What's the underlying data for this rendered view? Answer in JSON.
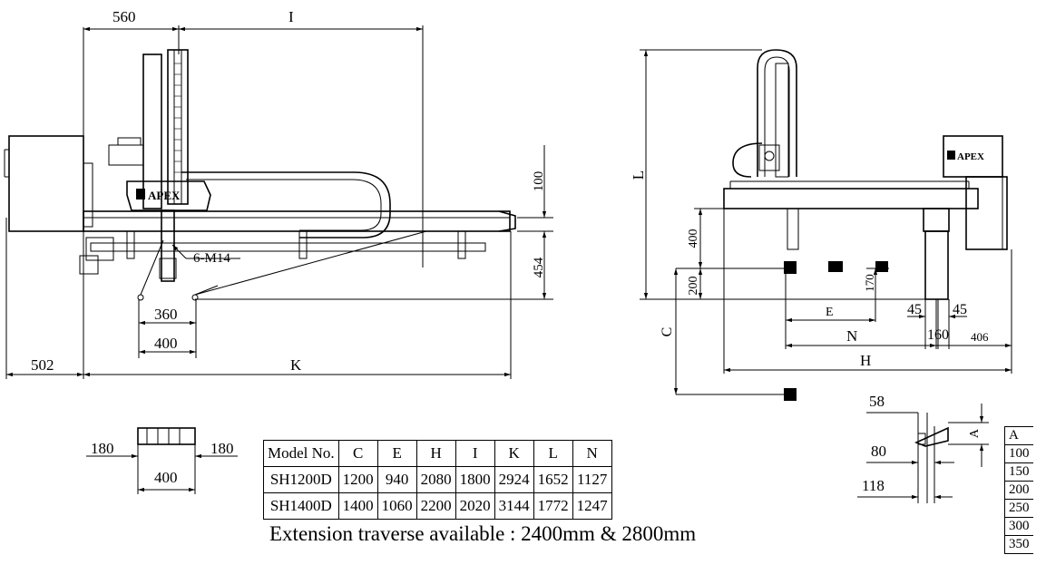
{
  "drawing": {
    "front_view": {
      "dims": {
        "d560": "560",
        "dI": "I",
        "d100": "100",
        "d454": "454",
        "d360": "360",
        "d400": "400",
        "d502": "502",
        "dK": "K",
        "bolt": "6-M14"
      },
      "brand": "APEX"
    },
    "side_view": {
      "dims": {
        "dL": "L",
        "d400": "400",
        "d200": "200",
        "d170": "170",
        "dE": "E",
        "dC": "C",
        "dN": "N",
        "d45a": "45",
        "d45b": "45",
        "d160": "160",
        "d406": "406",
        "dH": "H"
      },
      "brand": "APEX"
    },
    "base_view": {
      "d180a": "180",
      "d180b": "180",
      "d400": "400"
    },
    "detail_view": {
      "d58": "58",
      "d80": "80",
      "d118": "118",
      "dA": "A"
    }
  },
  "spec_table": {
    "headers": [
      "Model No.",
      "C",
      "E",
      "H",
      "I",
      "K",
      "L",
      "N"
    ],
    "rows": [
      [
        "SH1200D",
        "1200",
        "940",
        "2080",
        "1800",
        "2924",
        "1652",
        "1127"
      ],
      [
        "SH1400D",
        "1400",
        "1060",
        "2200",
        "2020",
        "3144",
        "1772",
        "1247"
      ]
    ]
  },
  "note": "Extension traverse available : 2400mm & 2800mm",
  "a_table": {
    "header": "A",
    "values": [
      "100",
      "150",
      "200",
      "250",
      "300",
      "350"
    ]
  }
}
